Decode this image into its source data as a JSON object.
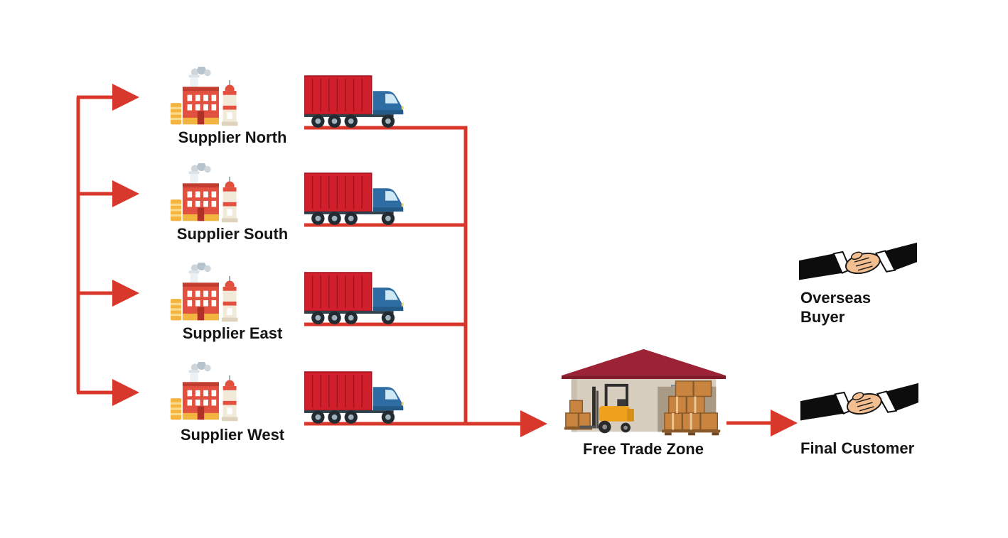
{
  "colors": {
    "arrow": "#d8372b",
    "text": "#141414"
  },
  "suppliers": [
    {
      "label": "Supplier North"
    },
    {
      "label": "Supplier South"
    },
    {
      "label": "Supplier East"
    },
    {
      "label": "Supplier West"
    }
  ],
  "hub": {
    "label": "Free Trade Zone"
  },
  "buyers": [
    {
      "label": "Overseas Buyer"
    },
    {
      "label": "Final Customer"
    }
  ],
  "icons": {
    "factory": "factory-icon",
    "truck": "cargo-truck-icon",
    "warehouse": "warehouse-forklift-icon",
    "handshake": "handshake-icon"
  }
}
